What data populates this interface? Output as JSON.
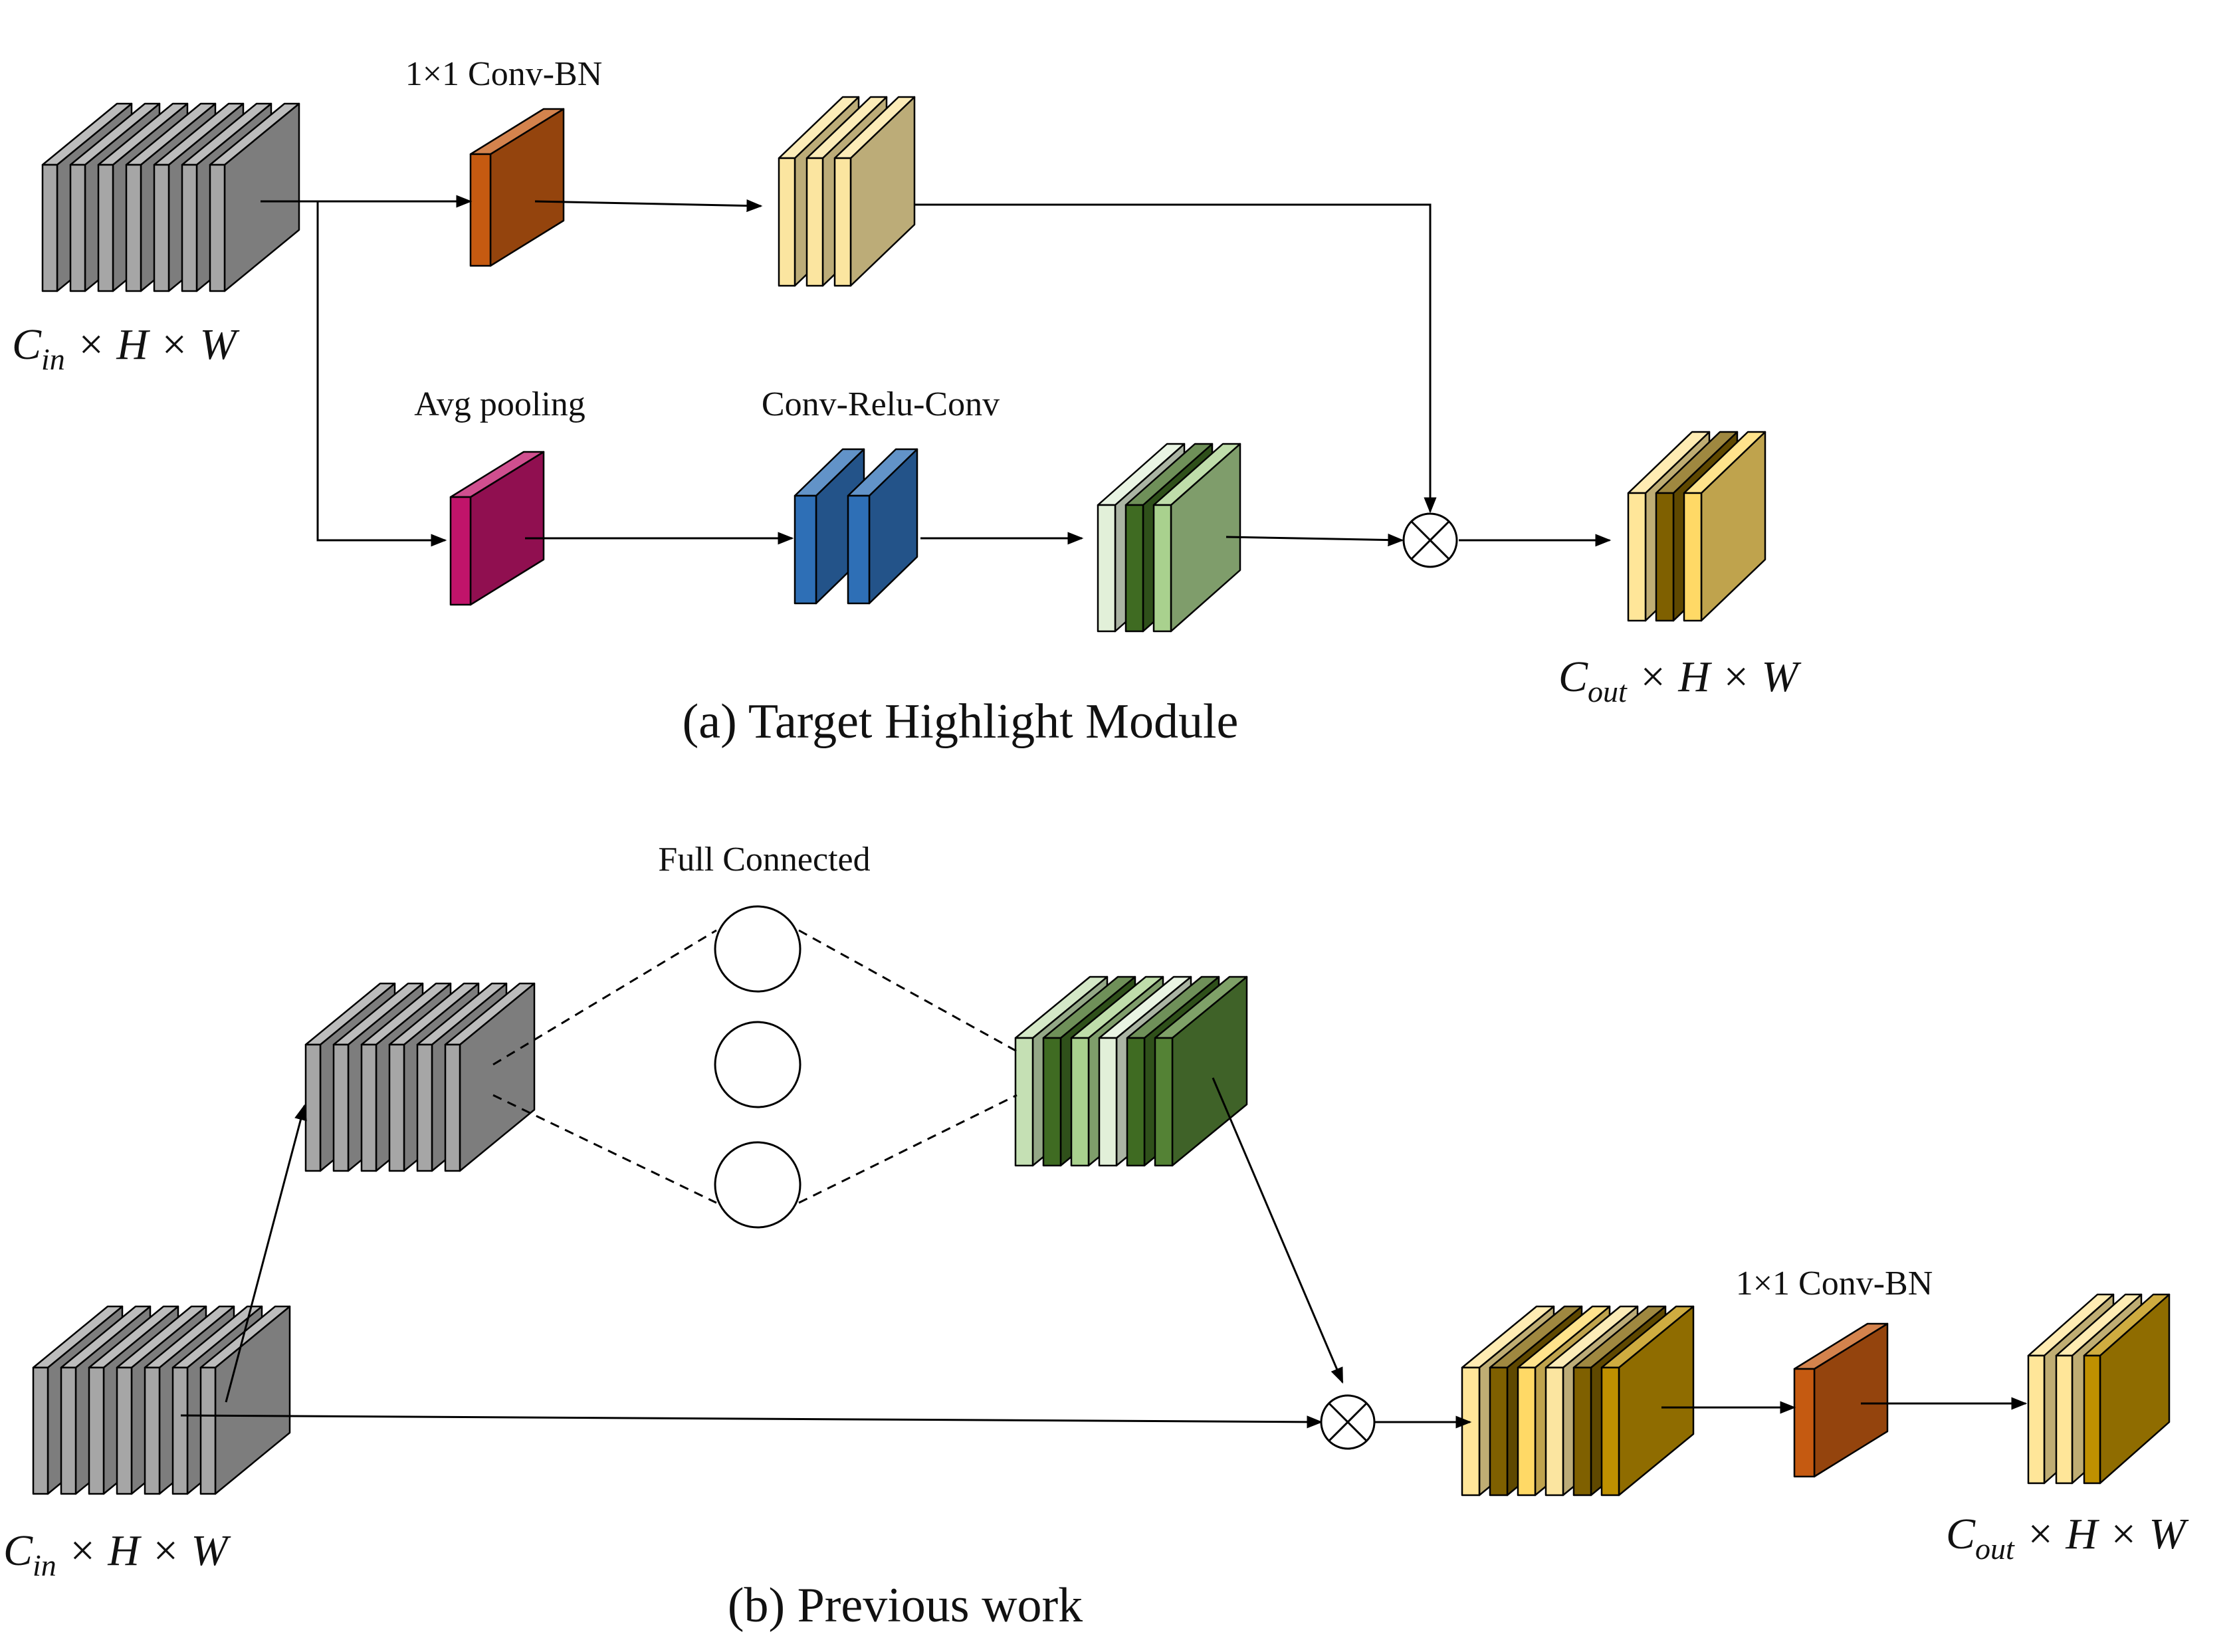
{
  "panel_a": {
    "caption": "(a) Target Highlight Module",
    "input_label": {
      "base": "C",
      "sub": "in",
      "rest": " × H × W"
    },
    "output_label": {
      "base": "C",
      "sub": "out",
      "rest": " × H × W"
    },
    "conv_bn_label": "1×1 Conv-BN",
    "avg_pooling_label": "Avg pooling",
    "conv_relu_conv_label": "Conv-Relu-Conv",
    "input_fill": "#a6a6a6",
    "conv_fill": "#c55a11",
    "avg_pool_fill": "#c0146a",
    "conv_relu_fill": "#2e6fb6",
    "branch1_colors": [
      "#fbe5a0",
      "#fbe5a0",
      "#fbe5a0"
    ],
    "branch2_colors": [
      "#e2f0d9",
      "#3f6b22",
      "#a9d18e"
    ],
    "output_colors": [
      "#ffe699",
      "#7f6000",
      "#ffd966"
    ]
  },
  "panel_b": {
    "caption": "(b) Previous work",
    "input_label": {
      "base": "C",
      "sub": "in",
      "rest": " × H × W"
    },
    "output_label": {
      "base": "C",
      "sub": "out",
      "rest": " × H × W"
    },
    "full_connected_label": "Full Connected",
    "conv_bn_label": "1×1 Conv-BN",
    "green_colors": [
      "#c5e0b4",
      "#3f6b22",
      "#a9d18e",
      "#e2f0d9",
      "#3f6b22",
      "#548235"
    ],
    "mixed_colors": [
      "#ffe699",
      "#7f6000",
      "#ffd966",
      "#fbe5a0",
      "#7f6000",
      "#bf9000"
    ],
    "output_colors": [
      "#ffe699",
      "#ffe699",
      "#bf9000"
    ]
  }
}
